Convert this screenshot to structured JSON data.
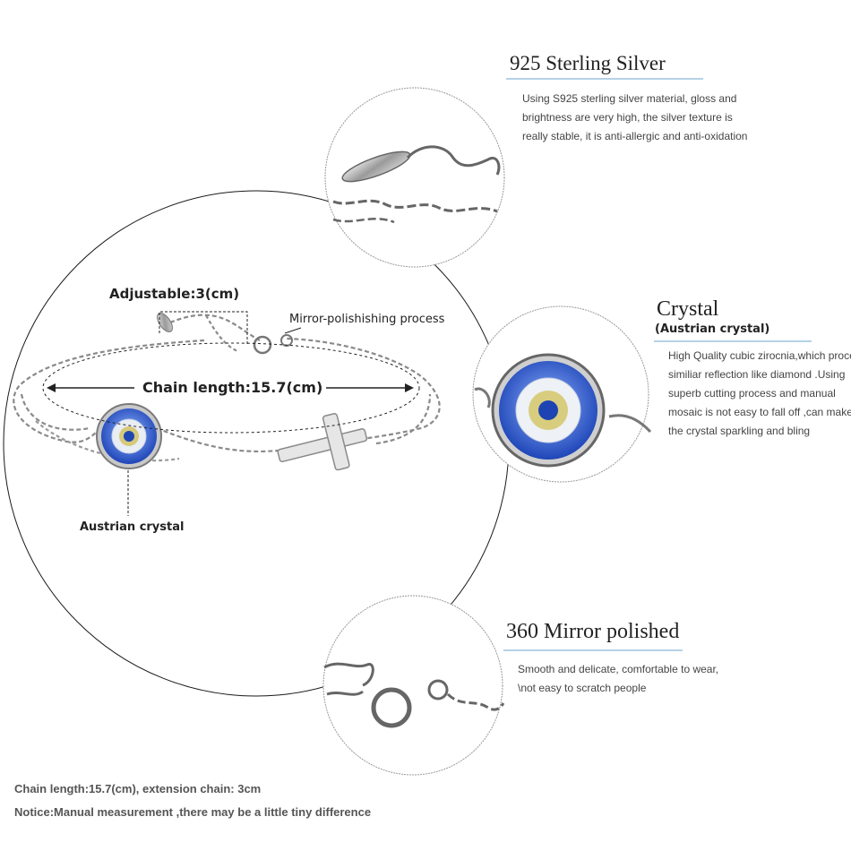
{
  "main_view": {
    "adjustable_label": "Adjustable:3(cm)",
    "mirror_label": "Mirror-polishishing process",
    "chain_length_label": "Chain length:15.7(cm)",
    "austrian_label": "Austrian crystal"
  },
  "features": [
    {
      "title": "925 Sterling Silver",
      "desc_lines": [
        "Using S925 sterling silver material, gloss and",
        "brightness are very high, the silver texture is",
        "really stable, it is anti-allergic and anti-oxidation"
      ]
    },
    {
      "title": "Crystal",
      "subtitle": "(Austrian crystal)",
      "desc_lines": [
        "High Quality cubic zirocnia,which proce",
        "similiar reflection like diamond .Using",
        "superb cutting process and manual",
        "mosaic is not easy to fall off ,can make",
        "the crystal sparkling and bling"
      ]
    },
    {
      "title": "360 Mirror polished",
      "desc_lines": [
        "Smooth and delicate, comfortable to wear,",
        "\\not easy to scratch people"
      ]
    }
  ],
  "footer": {
    "line1": "Chain length:15.7(cm), extension chain: 3cm",
    "line2": "Notice:Manual measurement ,there may be a little tiny  difference"
  },
  "colors": {
    "accent_line": "#9cc3dd",
    "crystal_blue": "#2f5fc9",
    "silver": "#8a8a8a"
  }
}
